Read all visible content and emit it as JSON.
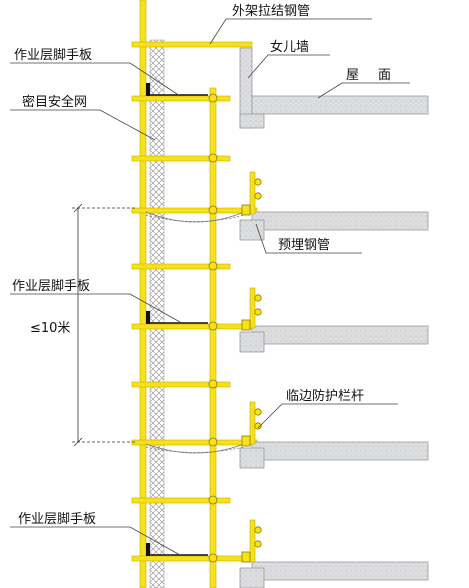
{
  "labels": {
    "outer_tie_tube": "外架拉结钢管",
    "parapet": "女儿墙",
    "roof": "屋　面",
    "work_platform_1": "作业层脚手板",
    "safety_net": "密目安全网",
    "embedded_tube": "预埋钢管",
    "work_platform_2": "作业层脚手板",
    "spacing": "≤10米",
    "edge_guardrail": "临边防护栏杆",
    "work_platform_3": "作业层脚手板"
  },
  "colors": {
    "scaffold": "#f7e11c",
    "scaffold_edge": "#c9b000",
    "concrete": "#d9dadb",
    "concrete_edge": "#9a9c9e",
    "net": "#8a8a8a",
    "leader": "#444444"
  }
}
